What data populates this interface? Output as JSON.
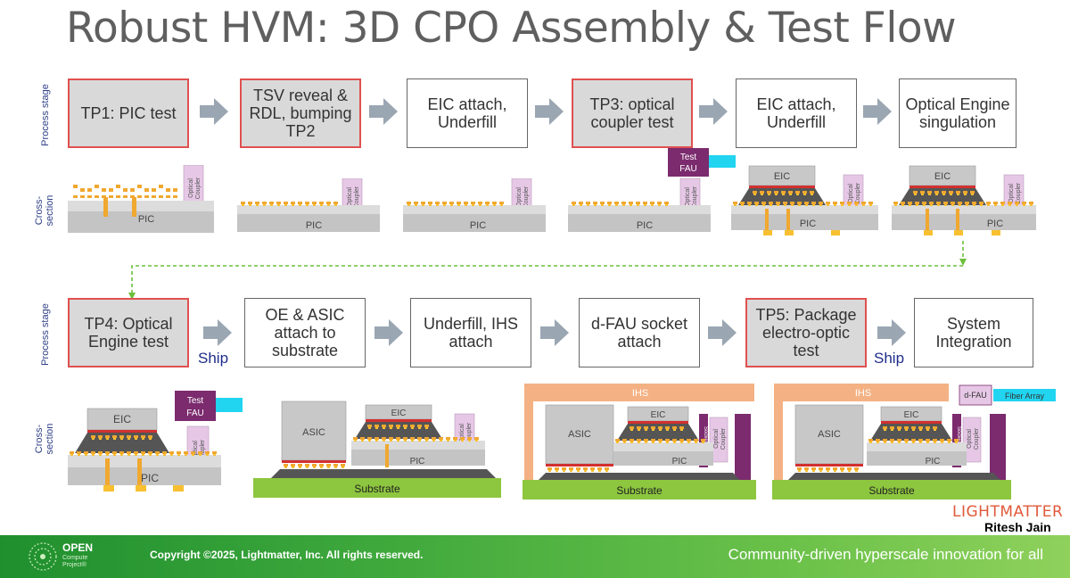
{
  "title": "Robust HVM: 3D CPO Assembly & Test Flow",
  "row_labels": {
    "process": "Process stage",
    "cross_section_1": "Cross-",
    "cross_section_2": "section"
  },
  "row1": [
    {
      "label": "TP1: PIC test",
      "kind": "test"
    },
    {
      "label": "TSV reveal & RDL, bumping TP2",
      "kind": "test"
    },
    {
      "label": "EIC attach, Underfill",
      "kind": "proc"
    },
    {
      "label": "TP3: optical coupler test",
      "kind": "test"
    },
    {
      "label": "EIC attach, Underfill",
      "kind": "proc"
    },
    {
      "label": "Optical Engine singulation",
      "kind": "proc"
    }
  ],
  "row2": [
    {
      "label": "TP4: Optical Engine test",
      "kind": "test"
    },
    {
      "label": "OE & ASIC attach to substrate",
      "kind": "proc"
    },
    {
      "label": "Underfill, IHS attach",
      "kind": "proc"
    },
    {
      "label": "d-FAU socket attach",
      "kind": "proc"
    },
    {
      "label": "TP5: Package electro-optic test",
      "kind": "test"
    },
    {
      "label": "System Integration",
      "kind": "proc"
    }
  ],
  "ship_label": "Ship",
  "xs_labels": {
    "pic": "PIC",
    "eic": "EIC",
    "optical": "Optical",
    "coupler": "Coupler",
    "test": "Test",
    "fau": "FAU",
    "asic": "ASIC",
    "substrate": "Substrate",
    "ihs": "IHS",
    "dfau": "d-FAU",
    "fiber_array": "Fiber Array",
    "socket": "Socket"
  },
  "footer": {
    "ocp_name": "OPEN",
    "ocp_sub_1": "Compute",
    "ocp_sub_2": "Project®",
    "copyright": "Copyright ©2025, Lightmatter, Inc. All rights reserved.",
    "tagline": "Community-driven hyperscale innovation for all"
  },
  "logo": "LIGHTMATTER",
  "author": "Ritesh Jain",
  "colors": {
    "test_fill": "#d9d9d9",
    "test_border": "#e05050",
    "arrow": "#9aa6b2",
    "substrate": "#8dc63f",
    "ihs": "#f4b183",
    "fau": "#7b2b6e",
    "fiber": "#21d4f0",
    "coupler": "#e6c8e6",
    "bump": "#f0a830",
    "connector": "#f8c030",
    "dashed": "#6bbf3a"
  }
}
